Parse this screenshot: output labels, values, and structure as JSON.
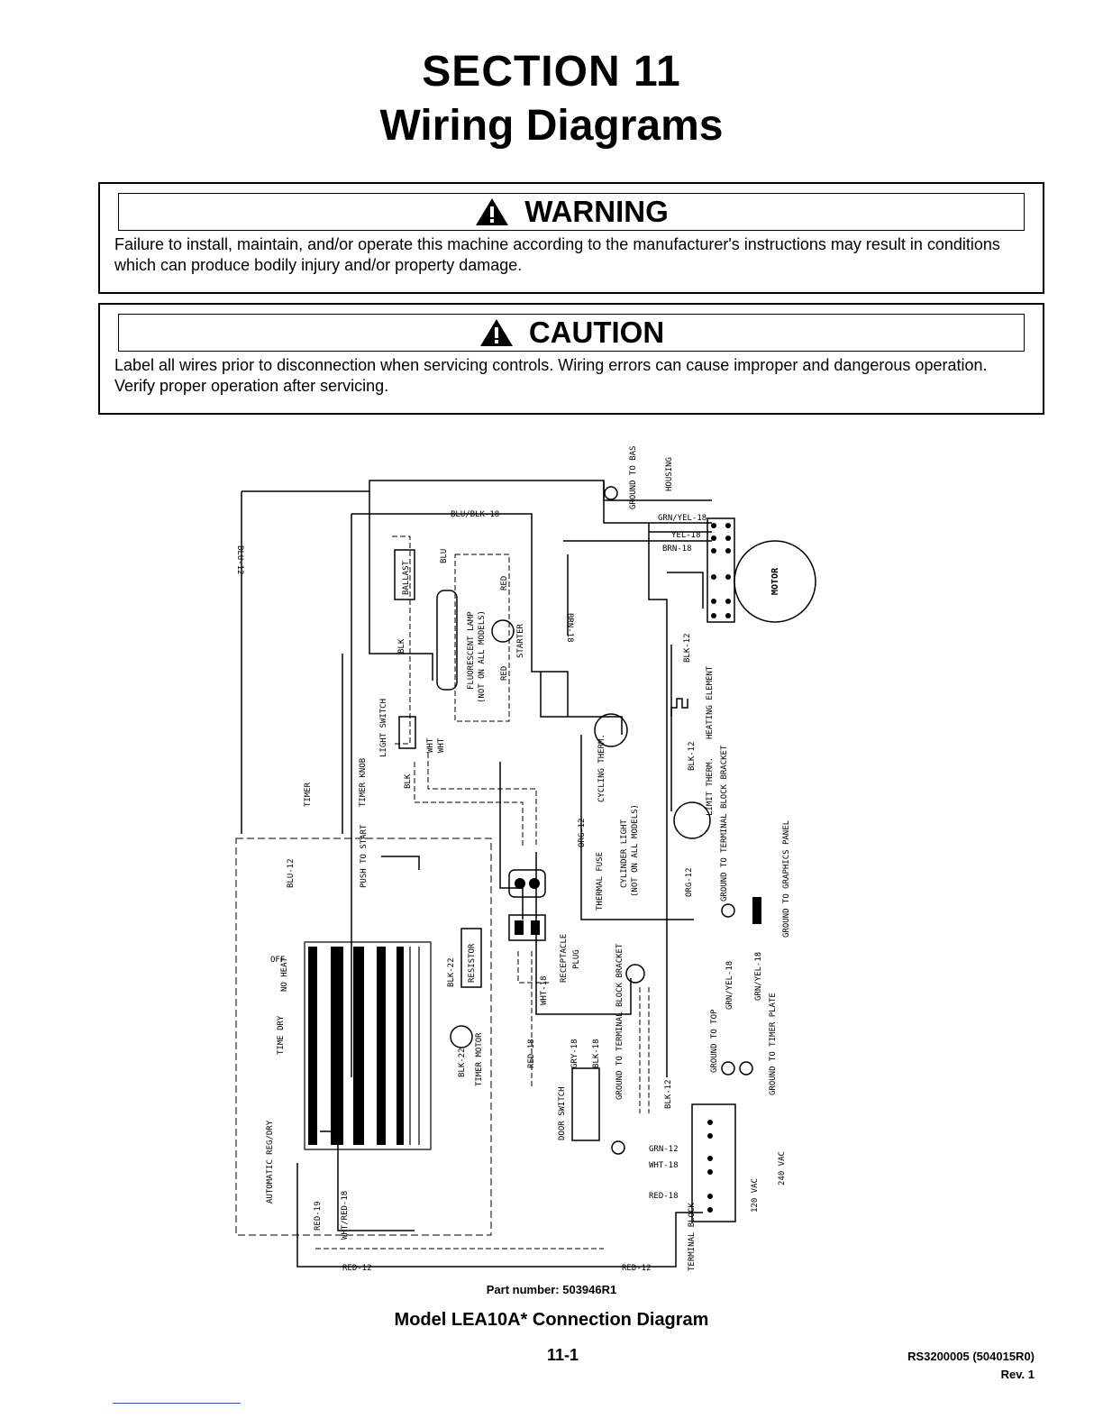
{
  "section": {
    "title": "SECTION 11",
    "subtitle": "Wiring Diagrams"
  },
  "warning": {
    "heading": "WARNING",
    "text": "Failure to install, maintain, and/or operate this machine according to the manufacturer's instructions may result in conditions which can produce bodily injury and/or property damage."
  },
  "caution": {
    "heading": "CAUTION",
    "text": "Label all wires prior to disconnection when servicing controls. Wiring errors can cause improper and dangerous operation. Verify proper operation after servicing."
  },
  "diagram": {
    "labels": {
      "housing": "HOUSING",
      "ground_to_base": "GROUND TO BASE",
      "motor": "MOTOR",
      "blu12": "BLU-12",
      "blu_blk18": "BLU/BLK-18",
      "grn_yel18": "GRN/YEL-18",
      "yel18": "YEL-18",
      "brn18": "BRN-18",
      "ballast": "BALLAST",
      "blu": "BLU",
      "blk": "BLK",
      "red": "RED",
      "fluorescent": "FLUORESCENT LAMP",
      "not_all": "(NOT ON ALL MODELS)",
      "starter": "STARTER",
      "light_switch": "LIGHT SWITCH",
      "wht": "WHT",
      "blk12": "BLK-12",
      "heating": "HEATING ELEMENT",
      "cycling": "CYCLING THERM.",
      "limit": "LIMIT THERM.",
      "gtb": "GROUND TO TERMINAL BLOCK BRACKET",
      "cyl_light": "CYLINDER LIGHT",
      "timer_knob": "TIMER KNOB",
      "timer": "TIMER",
      "push_start": "PUSH TO START",
      "org12": "ORG-12",
      "thermal_fuse": "THERMAL FUSE",
      "ground_graphics": "GROUND TO GRAPHICS PANEL",
      "resistor": "RESISTOR",
      "receptacle": "RECEPTACLE",
      "plug": "PLUG",
      "blk22": "BLK-22",
      "wht18": "WHT-18",
      "red18": "RED-18",
      "gry18": "GRY-18",
      "blk18": "BLK-18",
      "timer_motor": "TIMER MOTOR",
      "door_switch": "DOOR SWITCH",
      "ground_top": "GROUND TO TOP",
      "ground_timer": "GROUND TO TIMER PLATE",
      "grn12": "GRN-12",
      "red12": "RED-12",
      "terminal_block": "TERMINAL BLOCK",
      "vac120": "120 VAC",
      "vac240": "240 VAC",
      "off": "OFF",
      "no_heat": "NO HEAT",
      "time_dry": "TIME DRY",
      "auto": "AUTOMATIC REG/DRY",
      "red19": "RED-19",
      "wht_red18": "WHT/RED-18",
      "grn_yel": "GRN/YEL-18"
    }
  },
  "part_number": "Part number: 503946R1",
  "caption": "Model LEA10A* Connection Diagram",
  "page_number": "11-1",
  "doc_id": "RS3200005 (504015R0)",
  "rev": "Rev. 1"
}
